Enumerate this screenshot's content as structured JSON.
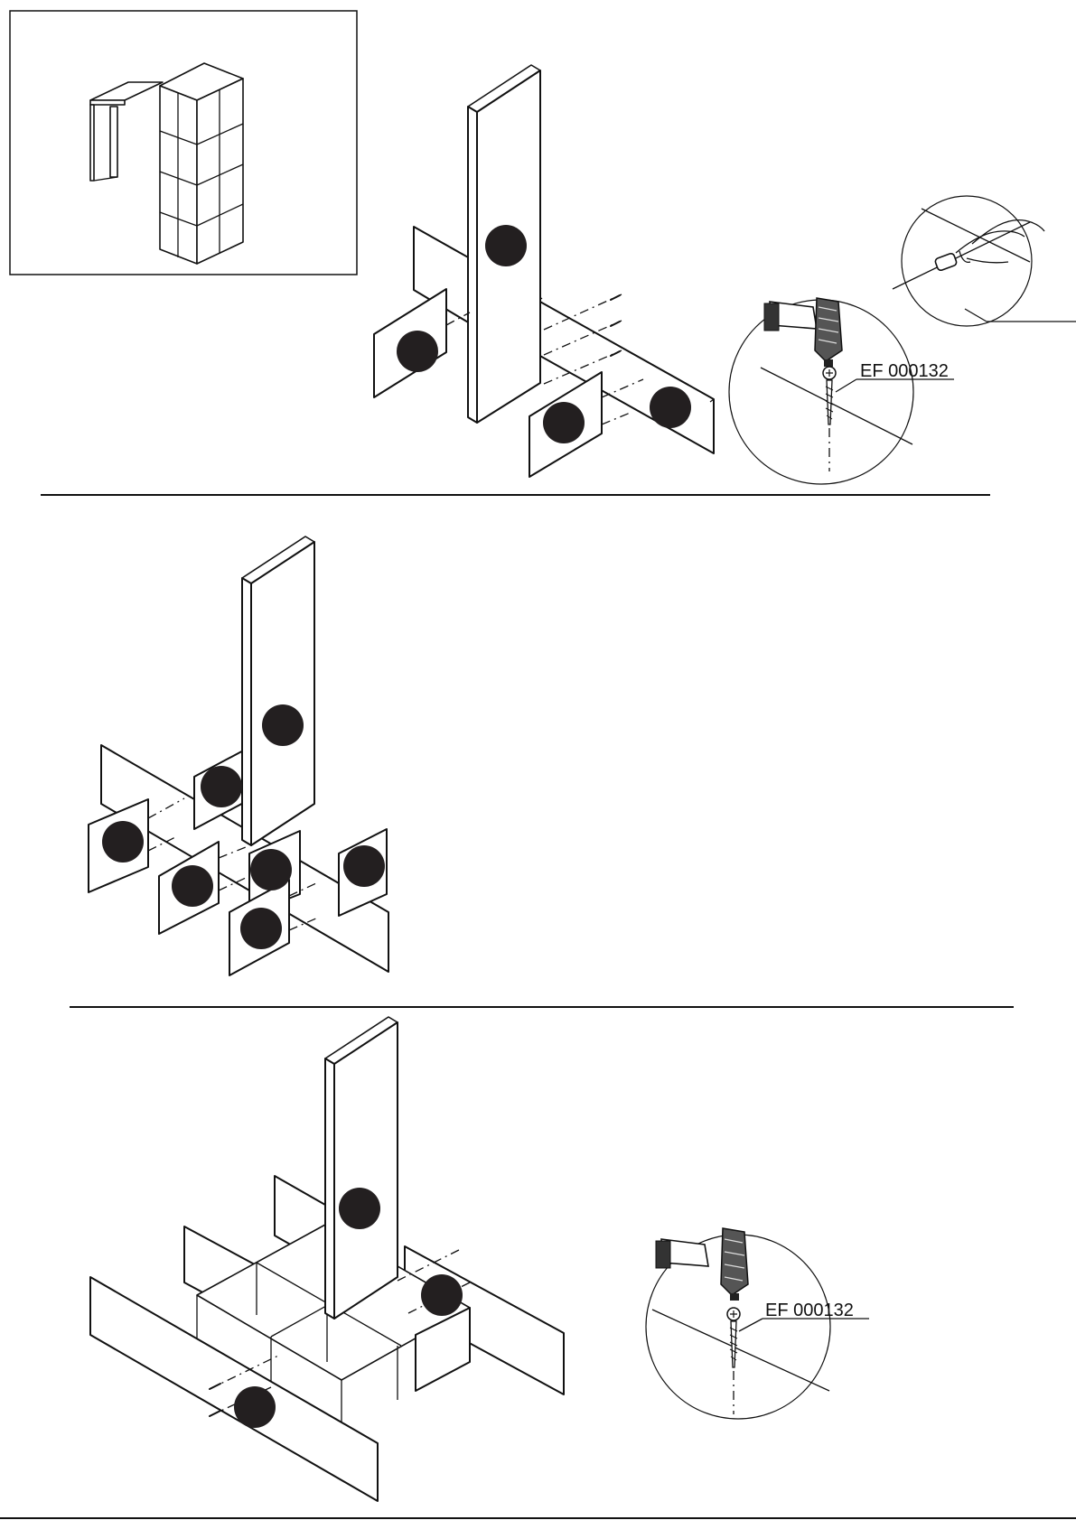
{
  "page": {
    "background": "#ffffff",
    "ink": "#111111",
    "marker_color": "#231f20"
  },
  "callouts": {
    "step1_screw": "EF 000132",
    "step3_screw": "EF 000132"
  },
  "icons": {
    "drill": "cordless-drill-icon",
    "screw": "wood-screw-icon",
    "glue": "glue-bottle-hand-icon",
    "marker": "part-number-disc"
  }
}
